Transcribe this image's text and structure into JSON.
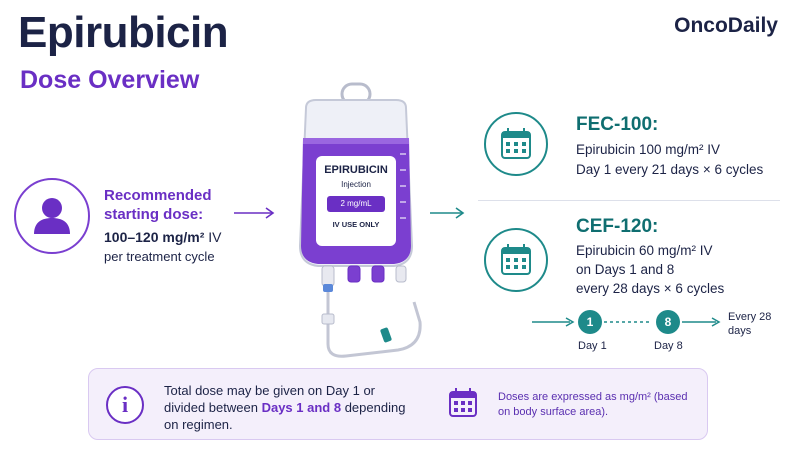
{
  "header": {
    "title": "Epirubicin",
    "subtitle": "Dose Overview",
    "brand": "OncoDaily"
  },
  "recommended": {
    "label": "Recommended starting dose:",
    "dose": "100–120 mg/m²",
    "route": "IV",
    "cycle": "per treatment cycle"
  },
  "bag": {
    "name": "EPIRUBICIN",
    "form": "Injection",
    "concentration": "2 mg/mL",
    "warning": "IV USE ONLY",
    "fluid_color": "#7b3fd0"
  },
  "regimens": [
    {
      "name": "FEC-100:",
      "lines": [
        "Epirubicin 100 mg/m² IV",
        "Day 1 every 21 days × 6 cycles"
      ]
    },
    {
      "name": "CEF-120:",
      "lines": [
        "Epirubicin 60 mg/m² IV",
        "on Days 1 and 8",
        "every 28 days × 6 cycles"
      ]
    }
  ],
  "timeline": {
    "nodes": [
      {
        "number": "1",
        "label": "Day 1"
      },
      {
        "number": "8",
        "label": "Day 8"
      }
    ],
    "repeat_label": "Every 28 days"
  },
  "notes": {
    "dose_split_before": "Total dose may be given on Day 1 or divided between ",
    "dose_split_highlight": "Days 1 and 8",
    "dose_split_after": " depending on regimen.",
    "units": "Doses are expressed as mg/m² (based on body surface area)."
  },
  "colors": {
    "purple": "#6a2fc4",
    "teal": "#1e8a8a",
    "navy": "#1c2346"
  },
  "icons": [
    "person-icon",
    "iv-bag-icon",
    "calendar-icon",
    "info-icon",
    "arrow-right-icon"
  ]
}
